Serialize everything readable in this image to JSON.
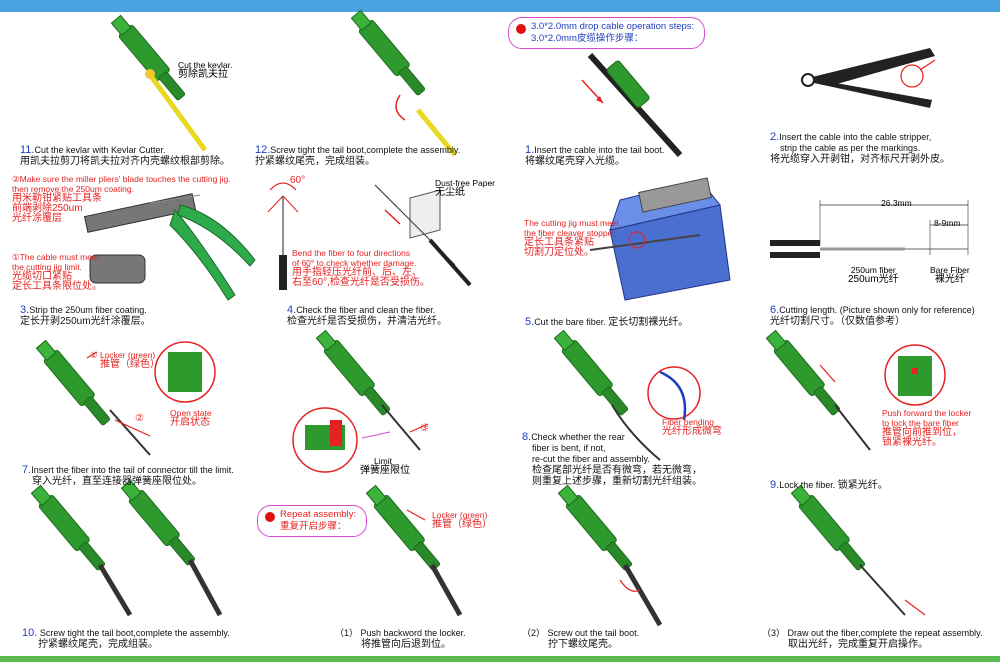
{
  "steps": {
    "s11": {
      "num": "11.",
      "en": "Cut the kevlar with Kevlar Cutter.",
      "cn": "用凯夫拉剪刀将凯夫拉对齐内壳螺纹根部剪除。",
      "note_en": "Cut the kevlar.",
      "note_cn": "剪除凯夫拉"
    },
    "s12": {
      "num": "12.",
      "en": "Screw tight the tail boot,complete the assembly.",
      "cn": "拧紧螺纹尾壳，完成组装。"
    },
    "s1": {
      "num": "1.",
      "en": "Insert the cable into the tail boot.",
      "cn": "将螺纹尾壳穿入光缆。"
    },
    "s2": {
      "num": "2.",
      "en1": "Insert the cable into the cable stripper,",
      "en2": "strip the cable as per the markings.",
      "cn": "将光缆穿入开剥钳，对齐标尺开剥外皮。"
    },
    "s3": {
      "num": "3.",
      "en": "Strip the 250um fiber coating.",
      "cn": "定长开剥250um光纤涂覆层。",
      "n1_en1": "②Make sure the miller pliers' blade touches the cutting jig.",
      "n1_en2": "then remove the 250um coating.",
      "n1_cn1": "用米勒钳紧贴工具条",
      "n1_cn2": "前端剥除250um",
      "n1_cn3": "光纤涂覆层",
      "n2_en1": "①The cable must meet",
      "n2_en2": "the cutting jig limit.",
      "n2_cn1": "光缆切口紧贴",
      "n2_cn2": "定长工具条限位处。"
    },
    "s4": {
      "num": "4.",
      "en": "Check the fiber and clean the fiber.",
      "cn": "检查光纤是否受损伤，并清洁光纤。",
      "angle": "60°",
      "paper_en": "Dust-free Paper",
      "paper_cn": "无尘纸",
      "n_en1": "Bend the fiber to four directions",
      "n_en2": "of 60° to check whether damage.",
      "n_cn1": "用手指轻压光纤前、后、左、",
      "n_cn2": "右至60°,检查光纤是否受损伤。"
    },
    "s5": {
      "num": "5.",
      "en": "Cut the bare fiber.",
      "cn": "定长切割裸光纤。",
      "n_en1": "The cutting jig must meet",
      "n_en2": "the fiber cleaver stopper.",
      "n_cn1": "定长工具条紧贴",
      "n_cn2": "切割刀定位处。"
    },
    "s6": {
      "num": "6.",
      "en": "Cutting length. (Picture shown only for reference)",
      "cn": "光纤切割尺寸。（仅数值参考）",
      "len1": "26.3mm",
      "len2": "8-9mm",
      "l1_en": "250um fiber",
      "l1_cn": "250um光纤",
      "l2_en": "Bare Fiber",
      "l2_cn": "裸光纤"
    },
    "s7": {
      "num": "7.",
      "en": "Insert the fiber into the tail of connector till the limit.",
      "cn": "穿入光纤，直至连接器弹簧座限位处。",
      "lock_en": "① Locker (green)",
      "lock_cn": "推管（绿色）",
      "open_en": "Open state",
      "open_cn": "开启状态",
      "mark2": "②",
      "limit_en": "Limit",
      "limit_cn": "弹簧座限位",
      "mark3": "③"
    },
    "s8": {
      "num": "8.",
      "en1": "Check whether the rear",
      "en2": "fiber is bent, if not,",
      "en3": "re-cut the fiber and assembly.",
      "cn1": "检查尾部光纤是否有微弯，若无微弯，",
      "cn2": "则重复上述步骤，重新切割光纤组装。",
      "bend_en": "Fiber bending",
      "bend_cn": "光纤形成微弯"
    },
    "s9": {
      "num": "9.",
      "en": "Lock the fiber.",
      "cn": "锁紧光纤。",
      "n_en1": "Push forward the locker",
      "n_en2": "to lock the bare fiber",
      "n_cn1": "推管向前推到位，",
      "n_cn2": "锁紧裸光纤。"
    },
    "s10": {
      "num": "10.",
      "en": "Screw tight the tail boot,complete the assembly.",
      "cn": "拧紧螺纹尾壳，完成组装。"
    },
    "r1": {
      "num": "（1）",
      "en": "Push backword the locker.",
      "cn": "将推管向后退到位。",
      "lock_en": "Locker (green)",
      "lock_cn": "推管（绿色）"
    },
    "r2": {
      "num": "（2）",
      "en": "Screw out the tail boot.",
      "cn": "拧下螺纹尾壳。"
    },
    "r3": {
      "num": "（3）",
      "en": "Draw out the fiber,complete the repeat assembly.",
      "cn": "取出光纤，完成重复开启操作。"
    }
  },
  "drop_bubble": {
    "en": "3.0*2.0mm drop cable operation steps:",
    "cn": "3.0*2.0mm皮缆操作步骤："
  },
  "repeat_bubble": {
    "en": "Repeat assembly:",
    "cn": "重复开启步骤："
  },
  "colors": {
    "connector": "#2e9a2e",
    "accent_red": "#e52222",
    "caption_blue": "#1d3fbf",
    "bubble_border": "#d64bd0"
  }
}
